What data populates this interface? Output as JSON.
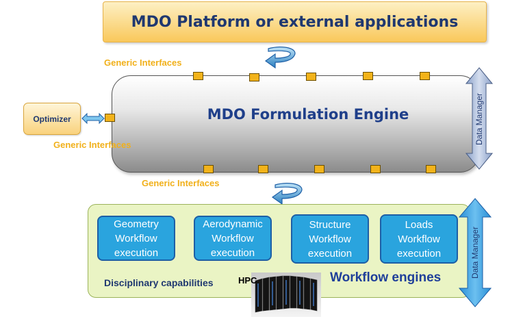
{
  "platform": {
    "title": "MDO Platform or external applications"
  },
  "engine": {
    "title": "MDO Formulation Engine"
  },
  "interfaces": {
    "top_label": "Generic Interfaces",
    "left_label": "Generic Interfaces",
    "bottom_label": "Generic Interfaces"
  },
  "optimizer": {
    "label": "Optimizer"
  },
  "data_manager": {
    "upper": "Data Manager",
    "lower": "Data Manager"
  },
  "workflows": [
    {
      "label": "Geometry\nWorkflow\nexecution"
    },
    {
      "label": "Aerodynamic\nWorkflow\nexecution"
    },
    {
      "label": "Structure\nWorkflow\nexecution"
    },
    {
      "label": "Loads\nWorkflow\nexecution"
    }
  ],
  "panel": {
    "disciplinary": "Disciplinary capabilities",
    "engines": "Workflow engines",
    "hpc": "HPC"
  },
  "colors": {
    "port": "#f2b31b",
    "interface_text": "#f1b01a",
    "workflow_box": "#2aa4de",
    "panel_bg": "#eaf4c4",
    "title_text": "#1f3f8a"
  }
}
